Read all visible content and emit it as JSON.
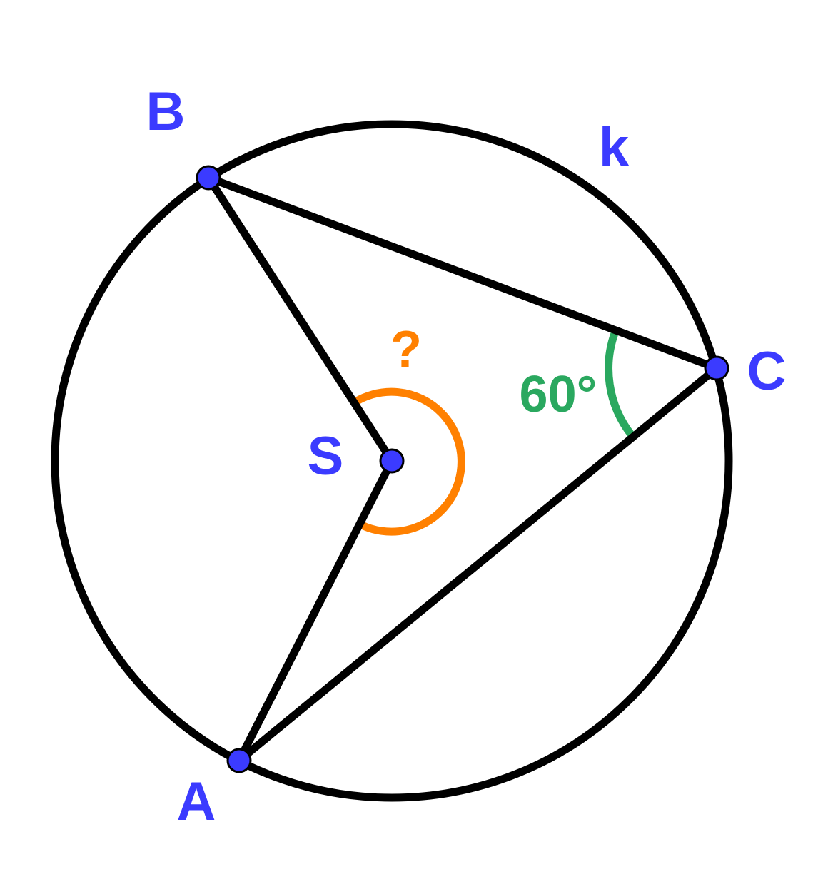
{
  "points": {
    "A": {
      "label": "A"
    },
    "B": {
      "label": "B"
    },
    "C": {
      "label": "C"
    },
    "S": {
      "label": "S"
    }
  },
  "circle": {
    "label": "k"
  },
  "inscribed_angle": {
    "vertex": "C",
    "value_label": "60°"
  },
  "central_angle": {
    "vertex": "S",
    "value_label": "?"
  },
  "colors": {
    "points": "#3b3bff",
    "labels": "#3b3bff",
    "lines": "#000000",
    "inscribed_angle": "#2aa85f",
    "central_angle": "#ff8000"
  }
}
